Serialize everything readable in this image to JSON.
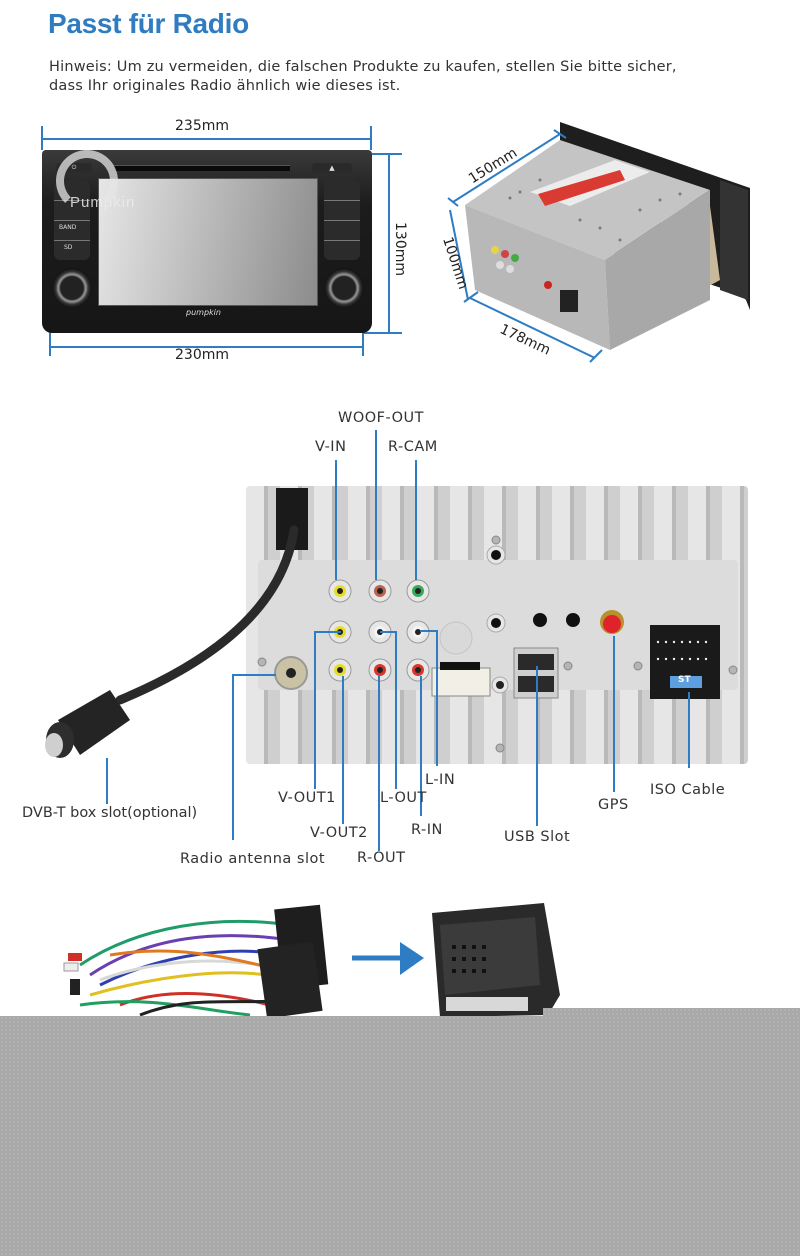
{
  "header": {
    "title": "Passt für Radio",
    "note_line1": "Hinweis: Um zu vermeiden, die falschen Produkte zu kaufen, stellen Sie bitte sicher,",
    "note_line2": "dass Ihr originales Radio ähnlich wie dieses ist."
  },
  "front_view": {
    "width_top": "235mm",
    "width_bottom": "230mm",
    "height": "130mm",
    "watermark": "Pumpkin",
    "brand": "pumpkin",
    "buttons_left": [
      "",
      "",
      "BAND",
      "SD"
    ],
    "colors": {
      "dimension_line": "#2e7dc4"
    }
  },
  "side_view": {
    "depth_top": "150mm",
    "height": "100mm",
    "depth_bottom": "178mm"
  },
  "rear_panel": {
    "labels": {
      "woof_out": "WOOF-OUT",
      "v_in": "V-IN",
      "r_cam": "R-CAM",
      "l_in": "L-IN",
      "v_out1": "V-OUT1",
      "l_out": "L-OUT",
      "r_in": "R-IN",
      "v_out2": "V-OUT2",
      "r_out": "R-OUT",
      "dvb_t": "DVB-T box slot(optional)",
      "radio_antenna": "Radio antenna slot",
      "usb_slot": "USB Slot",
      "gps": "GPS",
      "iso_cable": "ISO Cable"
    },
    "iso_badge": "ST"
  },
  "harness": {
    "arrow": "right-arrow"
  }
}
